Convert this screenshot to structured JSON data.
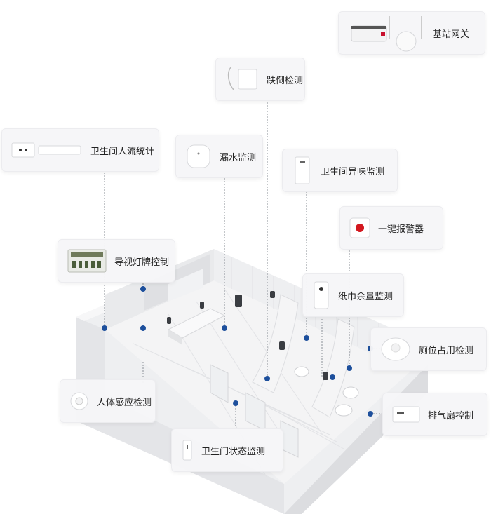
{
  "devices": [
    {
      "id": "gateway",
      "label": "基站网关",
      "icon": "gateway-antenna-icon"
    },
    {
      "id": "fall",
      "label": "跌倒检测",
      "icon": "fall-sensor-icon"
    },
    {
      "id": "flow",
      "label": "卫生间人流统计",
      "icon": "people-counter-icon"
    },
    {
      "id": "leak",
      "label": "漏水监测",
      "icon": "water-leak-sensor-icon"
    },
    {
      "id": "odor",
      "label": "卫生间异味监测",
      "icon": "odor-sensor-icon"
    },
    {
      "id": "alarm",
      "label": "一键报警器",
      "icon": "alarm-button-icon"
    },
    {
      "id": "guide",
      "label": "导视灯牌控制",
      "icon": "controller-board-icon"
    },
    {
      "id": "tissue",
      "label": "纸巾余量监测",
      "icon": "tissue-sensor-icon"
    },
    {
      "id": "occupancy",
      "label": "厕位占用检测",
      "icon": "occupancy-sensor-icon"
    },
    {
      "id": "human",
      "label": "人体感应检测",
      "icon": "motion-sensor-icon"
    },
    {
      "id": "fan",
      "label": "排气扇控制",
      "icon": "fan-controller-icon"
    },
    {
      "id": "door",
      "label": "卫生门状态监测",
      "icon": "door-sensor-icon"
    }
  ],
  "colors": {
    "dot": "#1d4f9c",
    "line": "#8a8f96",
    "card_bg": "#f6f6f8"
  }
}
